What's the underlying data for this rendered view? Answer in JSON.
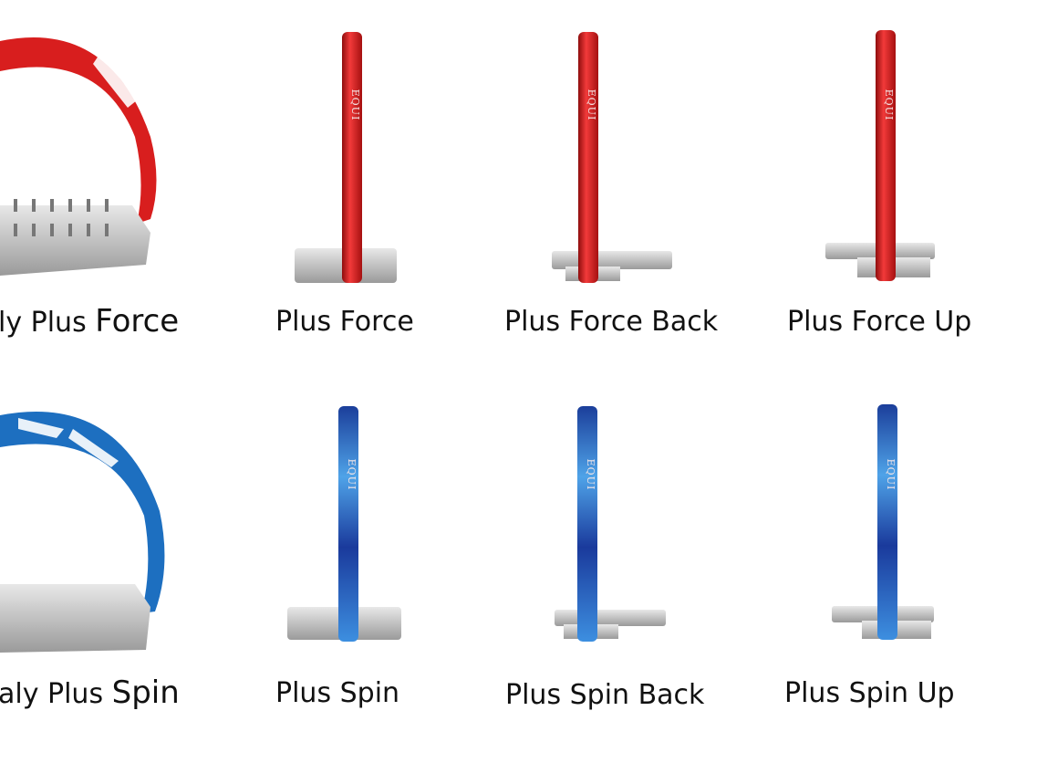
{
  "brand_mark": "EQUI",
  "colors": {
    "red": "#d81e1e",
    "blue": "#1d6fc0",
    "steel": "#c8c8c8"
  },
  "rows": [
    {
      "color": "red",
      "products": [
        {
          "prefix": "ly Plus ",
          "emphasis": "Force"
        },
        {
          "label": "Plus Force"
        },
        {
          "label": "Plus Force Back"
        },
        {
          "label": "Plus Force Up"
        }
      ]
    },
    {
      "color": "blue",
      "products": [
        {
          "prefix": "aly Plus ",
          "emphasis": "Spin"
        },
        {
          "label": "Plus Spin"
        },
        {
          "label": "Plus Spin Back"
        },
        {
          "label": "Plus Spin Up"
        }
      ]
    }
  ]
}
